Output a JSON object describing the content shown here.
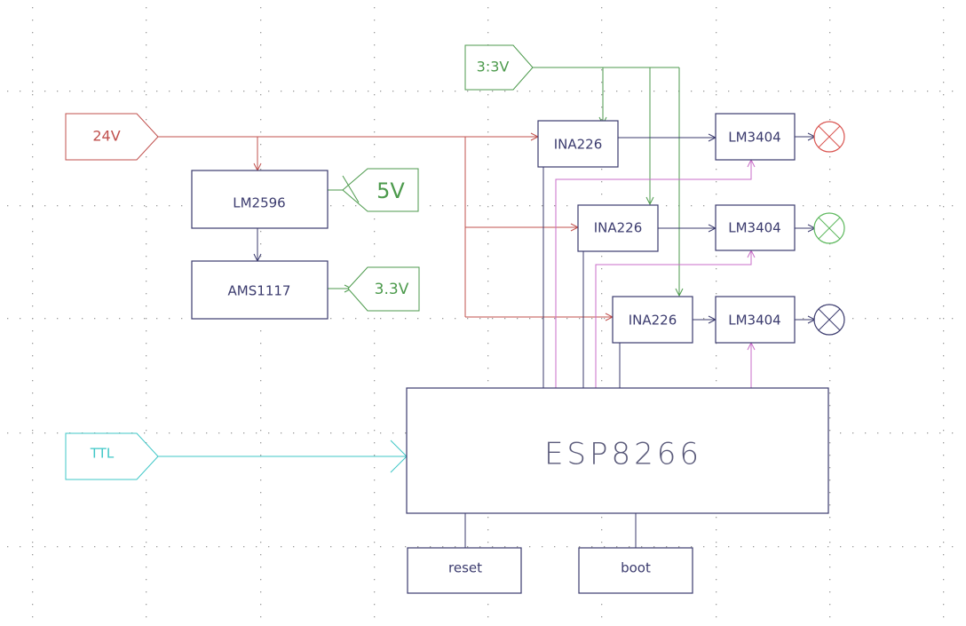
{
  "diagram": {
    "colors": {
      "power_24v": "#c0504d",
      "power_3v3": "#4c9a4c",
      "signal": "#3b3b6e",
      "control": "#c86ec8",
      "ttl": "#3fc7c7",
      "lamp_red": "#d9534f",
      "lamp_green": "#5cb85c",
      "lamp_blue": "#3b3b6e"
    },
    "ports": {
      "in_24v": "24V",
      "in_3v3": "3:3V",
      "out_5v": "5V",
      "out_3v3": "3.3V",
      "in_ttl": "TTL"
    },
    "blocks": {
      "lm2596": "LM2596",
      "ams1117": "AMS1117",
      "ina226_1": "INA226",
      "ina226_2": "INA226",
      "ina226_3": "INA226",
      "lm3404_1": "LM3404",
      "lm3404_2": "LM3404",
      "lm3404_3": "LM3404",
      "esp8266": "ESP8266",
      "reset": "reset",
      "boot": "boot"
    },
    "lamps": [
      {
        "name": "lamp-red-icon",
        "color": "red"
      },
      {
        "name": "lamp-green-icon",
        "color": "green"
      },
      {
        "name": "lamp-blue-icon",
        "color": "blue"
      }
    ]
  }
}
